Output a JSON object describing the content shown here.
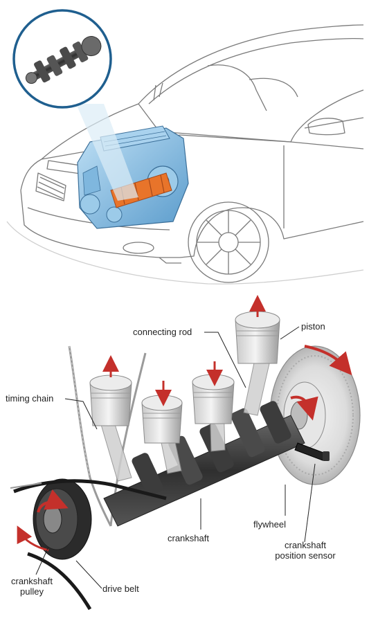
{
  "labels": {
    "connecting_rod": "connecting rod",
    "piston": "piston",
    "timing_chain": "timing chain",
    "flywheel": "flywheel",
    "crankshaft": "crankshaft",
    "crankshaft_position_sensor_line1": "crankshaft",
    "crankshaft_position_sensor_line2": "position sensor",
    "crankshaft_pulley_line1": "crankshaft",
    "crankshaft_pulley_line2": "pulley",
    "drive_belt": "drive belt"
  },
  "colors": {
    "engine_block": "#8fc3e6",
    "engine_block_dark": "#4f8fbf",
    "crankshaft_highlight": "#e8742a",
    "arrow_red": "#c4302b",
    "car_outline": "#6f6f6f",
    "metal_dark": "#3f3f3f",
    "metal_light": "#d9d9d9"
  },
  "icons": {
    "inset": "crankshaft-inset-icon",
    "car": "car-outline-icon",
    "engine": "engine-block-icon"
  }
}
